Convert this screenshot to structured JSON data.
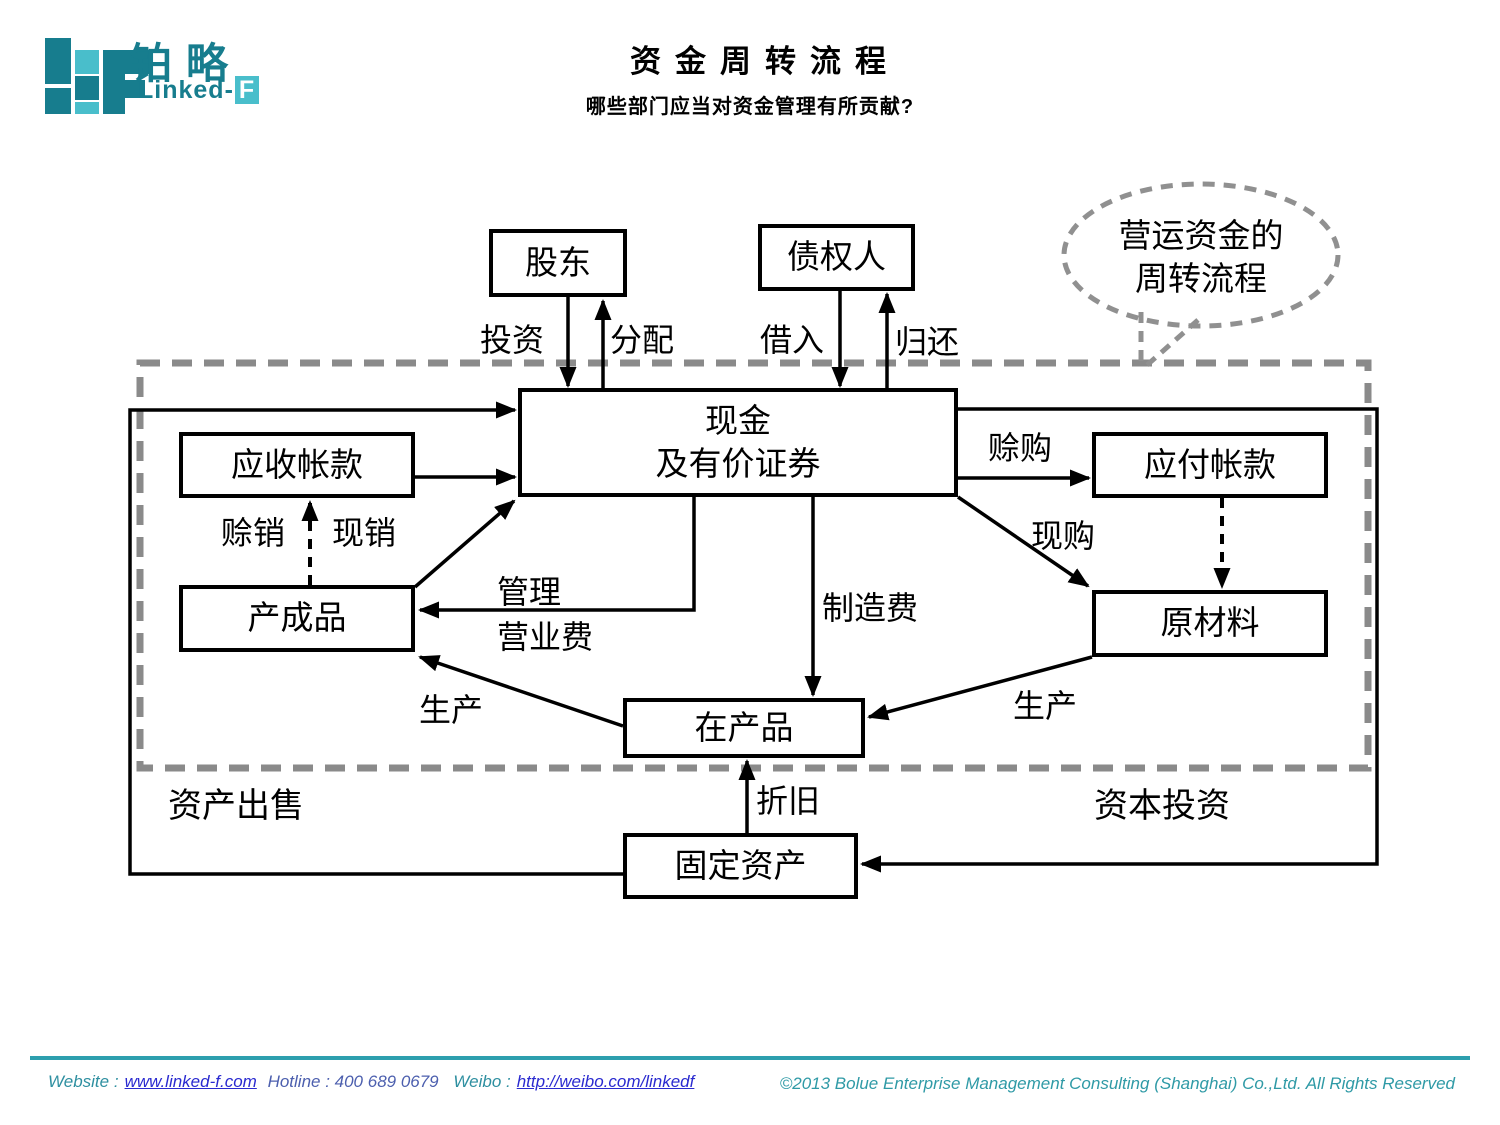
{
  "header": {
    "logo_cn": "铂略",
    "logo_en_prefix": "Linked-",
    "logo_en_f": "F",
    "title": "资金周转流程",
    "subtitle": "哪些部门应当对资金管理有所贡献?"
  },
  "bubble": {
    "line1": "营运资金的",
    "line2": "周转流程"
  },
  "nodes": {
    "shareholders": "股东",
    "creditors": "债权人",
    "cash_line1": "现金",
    "cash_line2": "及有价证券",
    "accounts_receivable": "应收帐款",
    "accounts_payable": "应付帐款",
    "finished_goods": "产成品",
    "raw_materials": "原材料",
    "work_in_progress": "在产品",
    "fixed_assets": "固定资产"
  },
  "edge_labels": {
    "invest": "投资",
    "distribute": "分配",
    "borrow": "借入",
    "repay": "归还",
    "credit_purchase": "赊购",
    "cash_purchase": "现购",
    "credit_sale": "赊销",
    "cash_sale": "现销",
    "admin_line1": "管理",
    "admin_line2": "营业费",
    "manufacturing_cost": "制造费",
    "production_left": "生产",
    "production_right": "生产",
    "depreciation": "折旧",
    "asset_sale": "资产出售",
    "capital_investment": "资本投资"
  },
  "footer": {
    "website_label": "Website :",
    "website_url": "www.linked-f.com",
    "hotline": "Hotline : 400 689 0679",
    "weibo_label": "Weibo :",
    "weibo_url": "http://weibo.com/linkedf",
    "copyright": "©2013 Bolue Enterprise Management Consulting (Shanghai) Co.,Ltd. All Rights Reserved"
  },
  "colors": {
    "teal_dark": "#177d8e",
    "teal_light": "#49becb",
    "dash_gray": "#8a8a8a",
    "footer_teal": "#2f9aa6",
    "link_blue": "#2a2ad0"
  }
}
